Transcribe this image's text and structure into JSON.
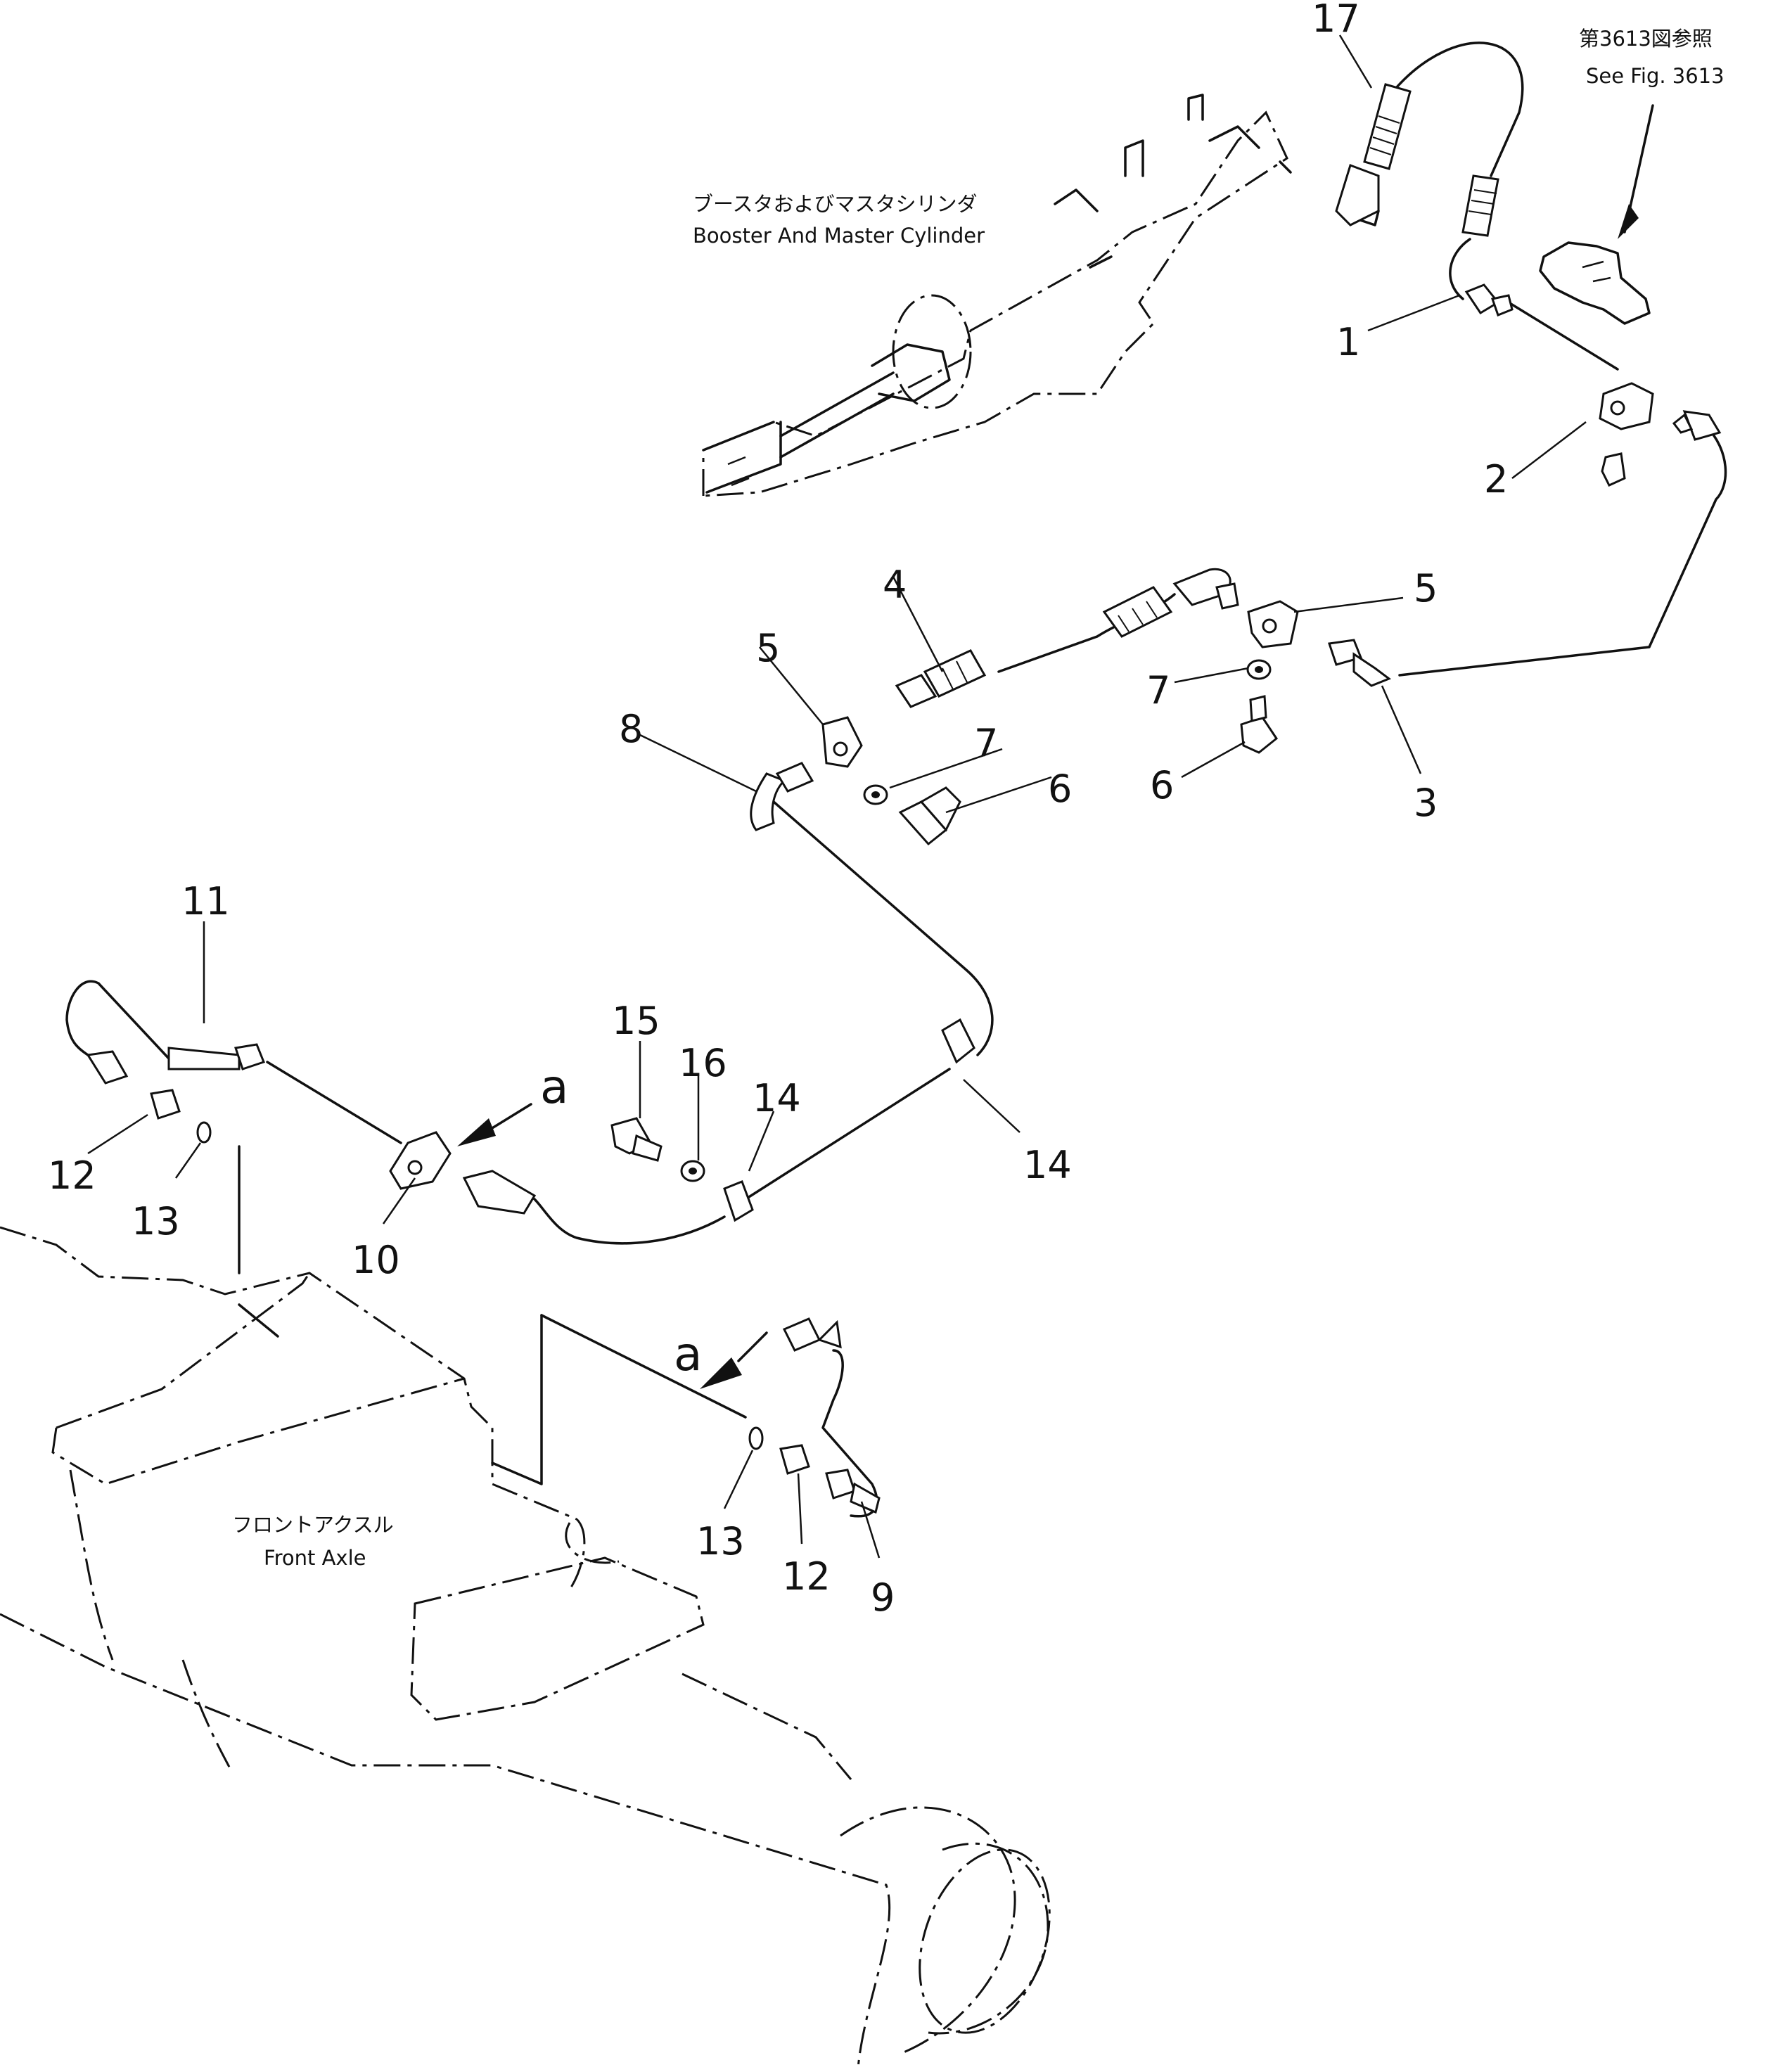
{
  "references": {
    "booster": {
      "jp": "ブースタおよびマスタシリンダ",
      "en": "Booster And Master Cylinder"
    },
    "front_axle": {
      "jp": "フロントアクスル",
      "en": "Front Axle"
    },
    "see_fig": {
      "jp": "第3613図参照",
      "en": "See Fig. 3613"
    }
  },
  "callout_letter": "a",
  "part_numbers": {
    "p1": "1",
    "p2": "2",
    "p3": "3",
    "p4": "4",
    "p5a": "5",
    "p5b": "5",
    "p6a": "6",
    "p6b": "6",
    "p7a": "7",
    "p7b": "7",
    "p8": "8",
    "p9": "9",
    "p10": "10",
    "p11": "11",
    "p12a": "12",
    "p12b": "12",
    "p13a": "13",
    "p13b": "13",
    "p14a": "14",
    "p14b": "14",
    "p15": "15",
    "p16": "16",
    "p17": "17"
  }
}
